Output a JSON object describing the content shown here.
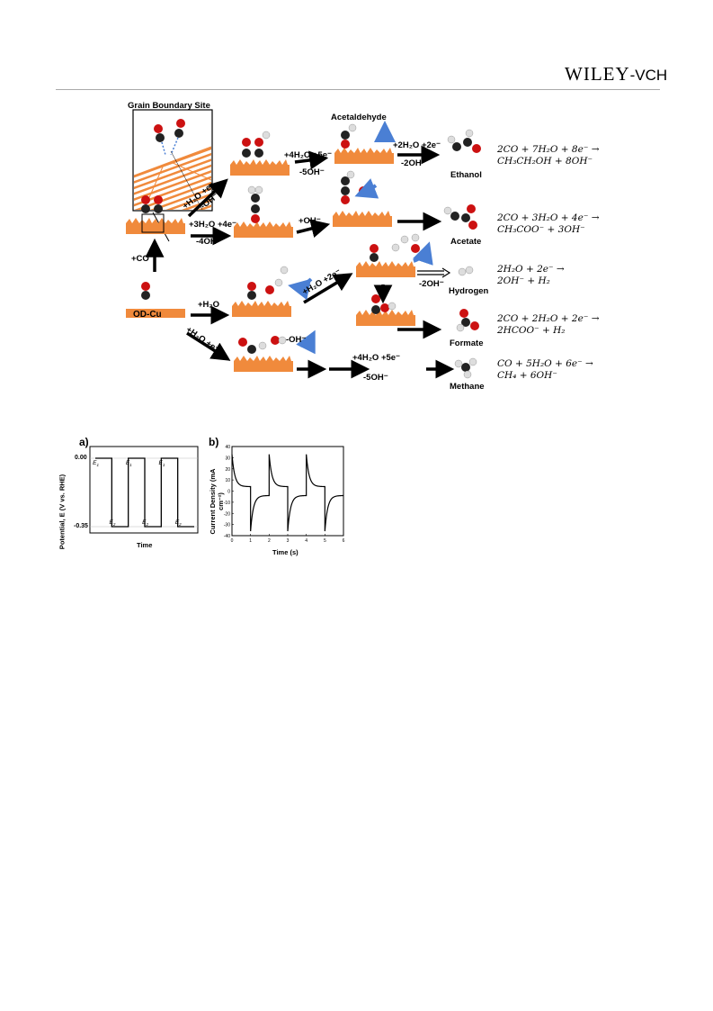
{
  "header": {
    "brand": "WILEY",
    "brand_suffix": "-VCH"
  },
  "scheme": {
    "grain_boundary_title": "Grain Boundary Site",
    "substrate_label": "OD-Cu",
    "step_labels": {
      "add_co": "+CO",
      "h2o_e_top": "+H₂O +e⁻",
      "oh_top": "-OH⁻",
      "h2o3_4e": "+3H₂O +4e⁻",
      "oh4": "-4OH⁻",
      "h2o4_5e_top": "+4H₂O +5e⁻",
      "oh5_top": "-5OH⁻",
      "acetaldehyde": "Acetaldehyde",
      "h2o2_2e": "+2H₂O +2e⁻",
      "oh2_top": "-2OH⁻",
      "plus_oh": "+OH⁻",
      "plus_h2o": "+H₂O",
      "h2o_2e_mid": "+H₂O +2e⁻",
      "oh2_mid": "-2OH⁻",
      "h2o_e_low": "+H₂O +e⁻",
      "oh_low": "-OH⁻",
      "h2o4_5e_low": "+4H₂O +5e⁻",
      "oh5_low": "-5OH⁻"
    },
    "products": [
      "Ethanol",
      "Acetate",
      "Hydrogen",
      "Formate",
      "Methane"
    ],
    "equations": [
      {
        "line1": "2CO + 7H₂O + 8e⁻ →",
        "line2": "CH₃CH₂OH + 8OH⁻"
      },
      {
        "line1": "2CO + 3H₂O + 4e⁻ →",
        "line2": "CH₃COO⁻ + 3OH⁻"
      },
      {
        "line1": "2H₂O + 2e⁻ →",
        "line2": "2OH⁻ + H₂"
      },
      {
        "line1": "2CO + 2H₂O + 2e⁻ →",
        "line2": "2HCOO⁻ + H₂"
      },
      {
        "line1": "CO + 5H₂O + 6e⁻ →",
        "line2": "CH₄ + 6OH⁻"
      }
    ],
    "colors": {
      "copper": "#f08a3c",
      "arrow_blue": "#4a7fd4",
      "oxygen": "#cc1111",
      "carbon": "#222222",
      "hydrogen": "#dddddd"
    }
  },
  "chart_data": [
    {
      "panel": "a)",
      "type": "line",
      "xlabel": "Time",
      "ylabel": "Potential, E (V vs. RHE)",
      "yticks": [
        "0.00",
        "-0.35"
      ],
      "levels": [
        0.0,
        -0.35
      ],
      "x": [
        0,
        1,
        1,
        2,
        2,
        3,
        3,
        4,
        4,
        5,
        5,
        6
      ],
      "y": [
        0.0,
        0.0,
        -0.35,
        -0.35,
        0.0,
        0.0,
        -0.35,
        -0.35,
        0.0,
        0.0,
        -0.35,
        -0.35
      ],
      "annotations": [
        {
          "text": "E",
          "sub": "1",
          "x": 0.5,
          "level": "high"
        },
        {
          "text": "E",
          "sub": "1",
          "x": 2.5,
          "level": "high"
        },
        {
          "text": "E",
          "sub": "1",
          "x": 4.5,
          "level": "high"
        },
        {
          "text": "E",
          "sub": "2",
          "x": 1.5,
          "level": "low"
        },
        {
          "text": "E",
          "sub": "2",
          "x": 3.5,
          "level": "low"
        },
        {
          "text": "E",
          "sub": "2",
          "x": 5.5,
          "level": "low"
        }
      ]
    },
    {
      "panel": "b)",
      "type": "line",
      "xlabel": "Time (s)",
      "ylabel": "Current Density (mA cm⁻²)",
      "xlim": [
        0,
        6
      ],
      "ylim": [
        -40,
        40
      ],
      "xticks": [
        0,
        1,
        2,
        3,
        4,
        5,
        6
      ],
      "yticks": [
        40,
        30,
        20,
        10,
        0,
        -10,
        -20,
        -30,
        -40
      ],
      "transients": {
        "anodic_peak": 33,
        "anodic_settle": 4,
        "cathodic_peak": -36,
        "cathodic_settle": -4,
        "period": 2
      }
    }
  ]
}
